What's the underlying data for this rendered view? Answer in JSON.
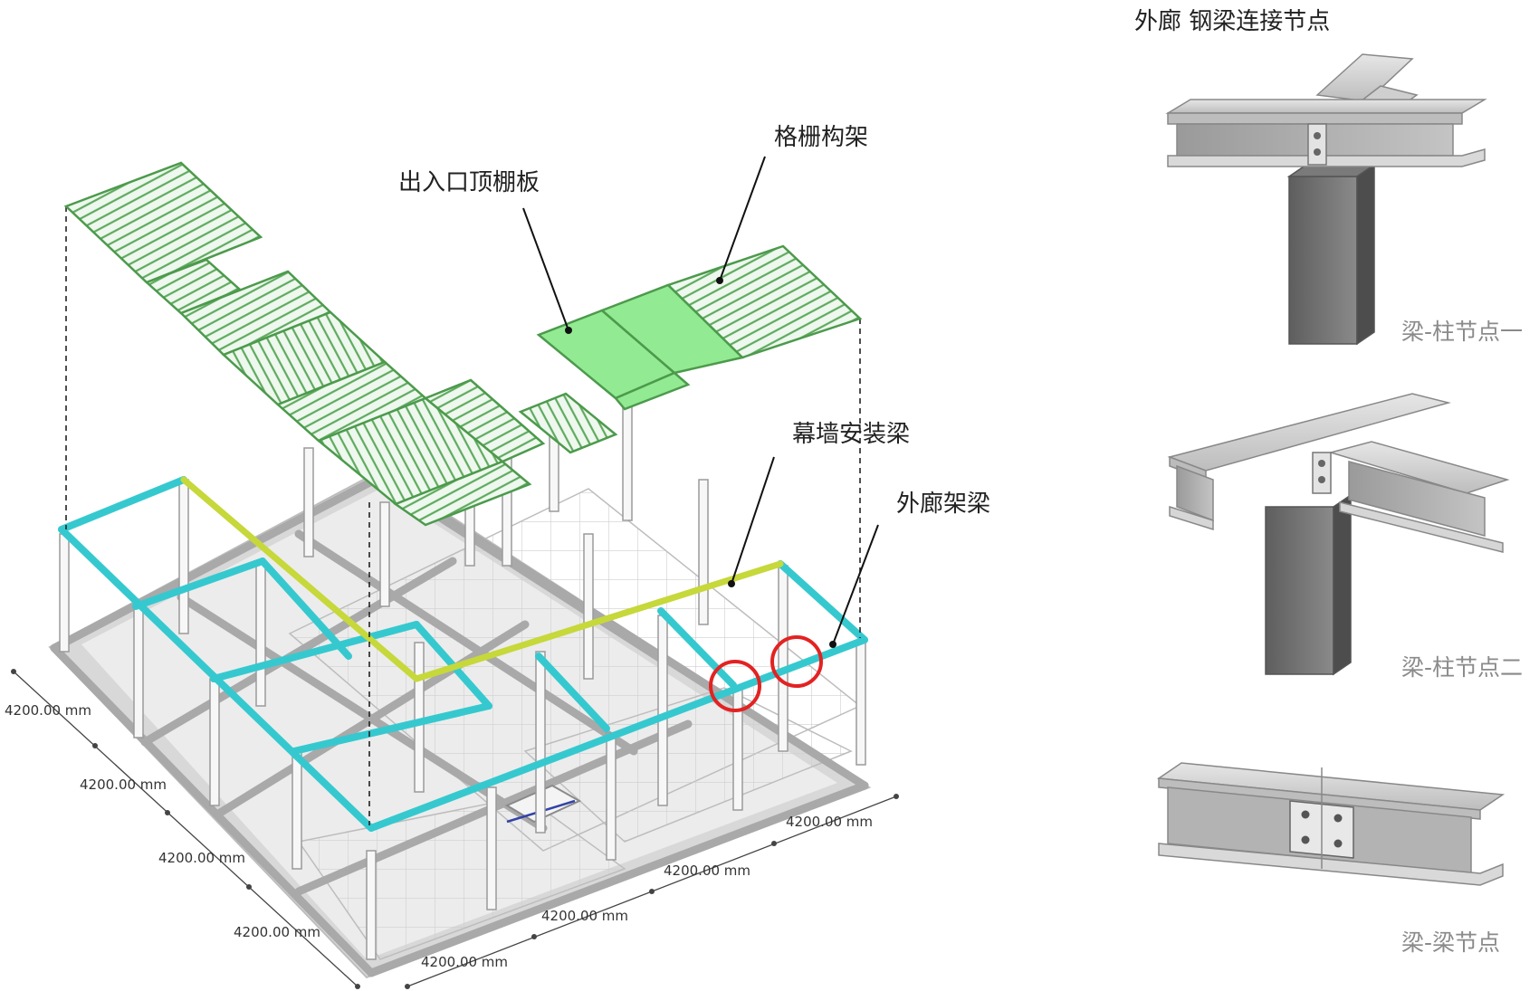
{
  "title": "外廊 钢梁连接节点",
  "callouts": {
    "grille_frame": "格栅构架",
    "entrance_canopy": "出入口顶棚板",
    "curtain_wall_beam": "幕墙安装梁",
    "corridor_beam": "外廊架梁"
  },
  "dimensions": {
    "left_1": "4200.00 mm",
    "left_2": "4200.00 mm",
    "left_3": "4200.00 mm",
    "left_4": "4200.00 mm",
    "bottom_1": "4200.00 mm",
    "bottom_2": "4200.00 mm",
    "bottom_3": "4200.00 mm",
    "bottom_4": "4200.00 mm"
  },
  "nodes": [
    {
      "caption": "梁-柱节点一"
    },
    {
      "caption": "梁-柱节点二"
    },
    {
      "caption": "梁-梁节点"
    }
  ],
  "colors": {
    "grille": "#5faa5f",
    "canopy": "#8fe88f",
    "corridor_beam": "#35c9cf",
    "curtain_beam": "#c6d83a",
    "highlight_circle": "#e32222",
    "steel": "#c8c8c8"
  }
}
